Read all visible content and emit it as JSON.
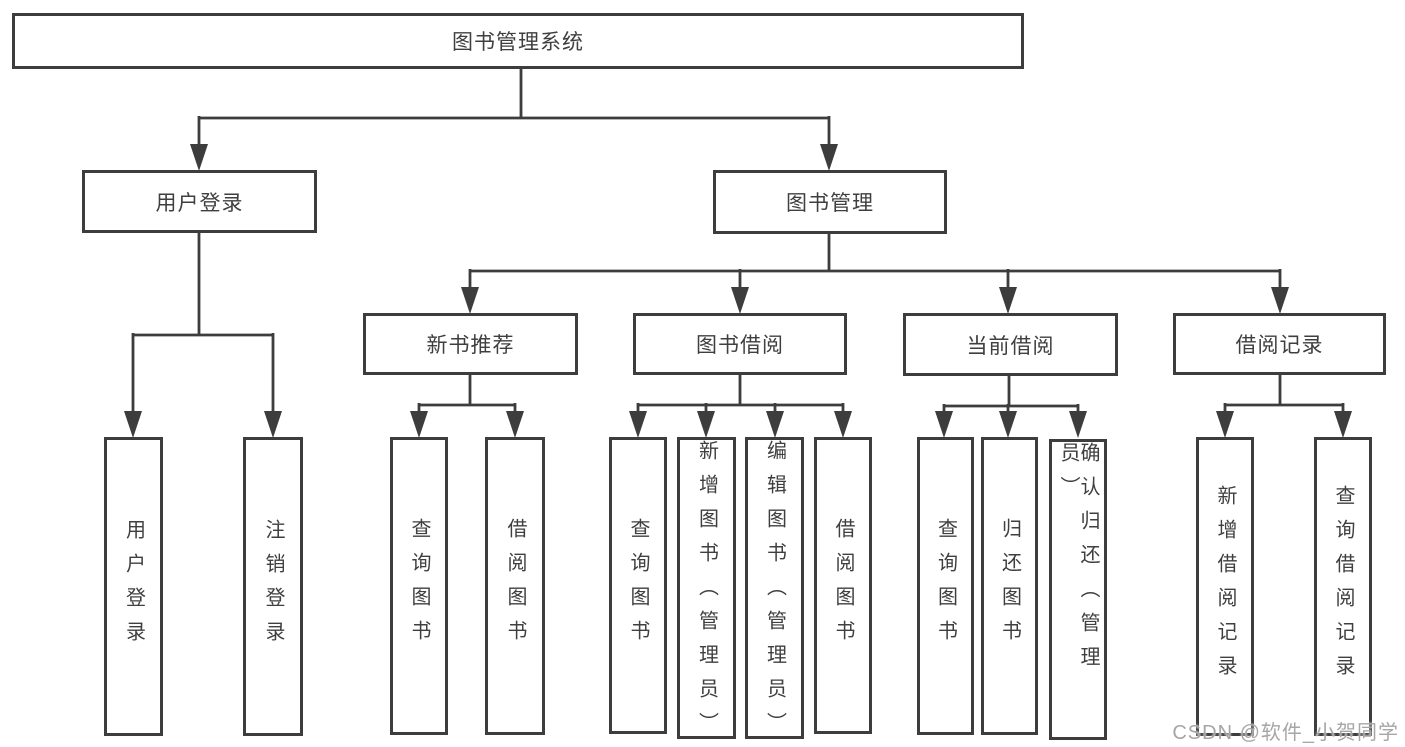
{
  "diagram": {
    "root": {
      "label": "图书管理系统"
    },
    "level2": {
      "user_login": {
        "label": "用户登录"
      },
      "book_mgmt": {
        "label": "图书管理"
      }
    },
    "level3": {
      "new_books": {
        "label": "新书推荐"
      },
      "book_borrow": {
        "label": "图书借阅"
      },
      "current_borrow": {
        "label": "当前借阅"
      },
      "borrow_records": {
        "label": "借阅记录"
      }
    },
    "leaves": {
      "user_login": [
        "用户登录",
        "注销登录"
      ],
      "new_books": [
        "查询图书",
        "借阅图书"
      ],
      "book_borrow": [
        "查询图书",
        "新增图书（管理员）",
        "编辑图书（管理员）",
        "借阅图书"
      ],
      "current_borrow": [
        "查询图书",
        "归还图书",
        "确认归还（管理员）"
      ],
      "borrow_records": [
        "新增借阅记录",
        "查询借阅记录"
      ]
    }
  },
  "watermark": {
    "text": "CSDN @软件_小贺同学"
  },
  "colors": {
    "line": "#3d3d3d",
    "text": "#3f3f3f",
    "watermark": "#a6a6a6",
    "background": "#ffffff"
  }
}
